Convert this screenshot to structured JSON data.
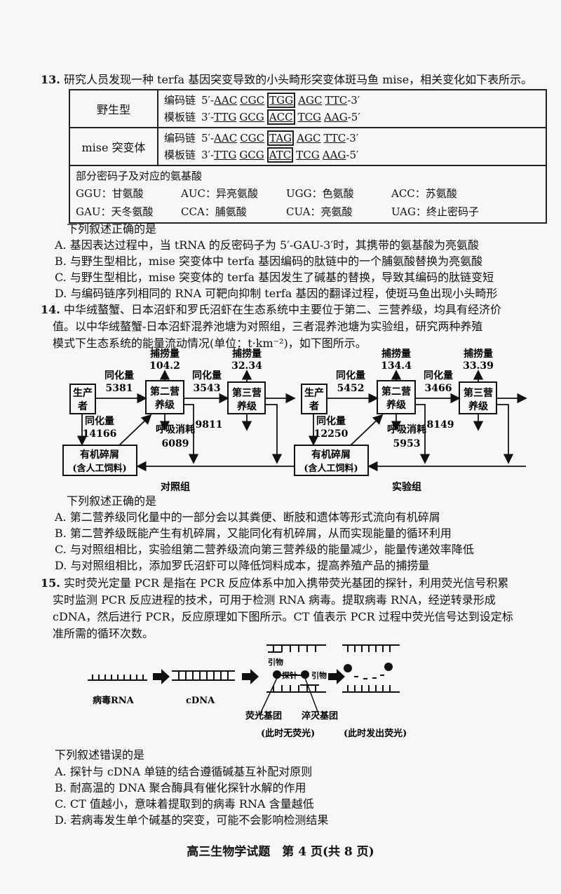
{
  "q13": {
    "num": "13.",
    "stem": "研究人员发现一种 terfa 基因突变导致的小头畸形突变体斑马鱼 mise，相关变化如下表所示。",
    "table": {
      "rows": [
        {
          "label": "野生型",
          "coding_label": "编码链",
          "coding_prefix": "5′-",
          "coding": [
            "AAC",
            "CGC",
            "TGG",
            "AGC",
            "TTC"
          ],
          "coding_suffix": "-3′",
          "template_label": "模板链",
          "template_prefix": "3′-",
          "template": [
            "TTG",
            "GCG",
            "ACC",
            "TCG",
            "AAG"
          ],
          "template_suffix": "-5′"
        },
        {
          "label": "mise 突变体",
          "coding_label": "编码链",
          "coding_prefix": "5′-",
          "coding": [
            "AAC",
            "CGC",
            "TAG",
            "AGC",
            "TTC"
          ],
          "coding_suffix": "-3′",
          "template_label": "模板链",
          "template_prefix": "3′-",
          "template": [
            "TTG",
            "GCG",
            "ATC",
            "TCG",
            "AAG"
          ],
          "template_suffix": "-5′"
        }
      ],
      "codon_title": "部分密码子及对应的氨基酸",
      "codons": [
        "GGU：甘氨酸",
        "AUC：异亮氨酸",
        "UGG：色氨酸",
        "ACC：苏氨酸",
        "GAU：天冬氨酸",
        "CCA：脯氨酸",
        "CUA：亮氨酸",
        "UAG：终止密码子"
      ]
    },
    "prompt": "下列叙述正确的是",
    "options": [
      "A. 基因表达过程中，当 tRNA 的反密码子为 5′-GAU-3′时，其携带的氨基酸为亮氨酸",
      "B. 与野生型相比，mise 突变体中 terfa 基因编码的肽链中的一个脯氨酸替换为亮氨酸",
      "C. 与野生型相比，mise 突变体的 terfa 基因发生了碱基的替换，导致其编码的肽链变短",
      "D. 与编码链序列相同的 RNA 可靶向抑制 terfa 基因的翻译过程，使斑马鱼出现小头畸形"
    ]
  },
  "q14": {
    "num": "14.",
    "stem": [
      "中华绒螯蟹、日本沼虾和罗氏沼虾在生态系统中主要位于第二、三营养级，均具有经济价",
      "值。以中华绒螯蟹-日本沼虾混养池塘为对照组，三者混养池塘为实验组，研究两种养殖",
      "模式下生态系统的能量流动情况(单位：t·km⁻²)，如下图所示。"
    ],
    "labels": {
      "producer1": "生产",
      "producer2": "者",
      "second1": "第二营",
      "second2": "养级",
      "third1": "第三营",
      "third2": "养级",
      "detritus1": "有机碎屑",
      "detritus2": "(含人工饲料)",
      "catch": "捕捞量",
      "assim": "同化量",
      "resp": "呼吸消耗"
    },
    "groups": [
      {
        "name": "对照组",
        "catch2": "104.2",
        "catch3": "32.34",
        "a12": "5381",
        "a23": "3543",
        "ad2": "14166",
        "resp": "6089",
        "dec": "9811"
      },
      {
        "name": "实验组",
        "catch2": "134.4",
        "catch3": "33.39",
        "a12": "5452",
        "a23": "3466",
        "ad2": "12250",
        "resp": "5953",
        "dec": "8149"
      }
    ],
    "prompt": "下列叙述正确的是",
    "options": [
      "A. 第二营养级同化量中的一部分会以其粪便、断肢和遗体等形式流向有机碎屑",
      "B. 第二营养级既能产生有机碎屑，又能同化有机碎屑，从而实现能量的循环利用",
      "C. 与对照组相比，实验组第二营养级流向第三营养级的能量减少，能量传递效率降低",
      "D. 与对照组相比，添加罗氏沼虾可以降低饲料成本，提高养殖产品的捕捞量"
    ]
  },
  "q15": {
    "num": "15.",
    "stem": [
      "实时荧光定量 PCR 是指在 PCR 反应体系中加入携带荧光基团的探针，利用荧光信号积累",
      "实时监测 PCR 反应进程的技术，可用于检测 RNA 病毒。提取病毒 RNA，经逆转录形成",
      "cDNA，然后进行 PCR，反应原理如下图所示。CT 值表示 PCR 过程中荧光信号达到设定标",
      "准所需的循环次数。"
    ],
    "diagram": {
      "rna": "病毒RNA",
      "cdna": "cDNA",
      "primer": "引物",
      "probe": "探针",
      "fluor": "荧光基团",
      "quench": "淬灭基团",
      "no_light": "(此时无荧光)",
      "light": "(此时发出荧光)"
    },
    "prompt": "下列叙述错误的是",
    "options": [
      "A. 探针与 cDNA 单链的结合遵循碱基互补配对原则",
      "B. 耐高温的 DNA 聚合酶具有催化探针水解的作用",
      "C. CT 值越小，意味着提取到的病毒 RNA 含量越低",
      "D. 若病毒发生单个碱基的突变，可能不会影响检测结果"
    ]
  },
  "footer": "高三生物学试题　第 4 页(共 8 页)"
}
